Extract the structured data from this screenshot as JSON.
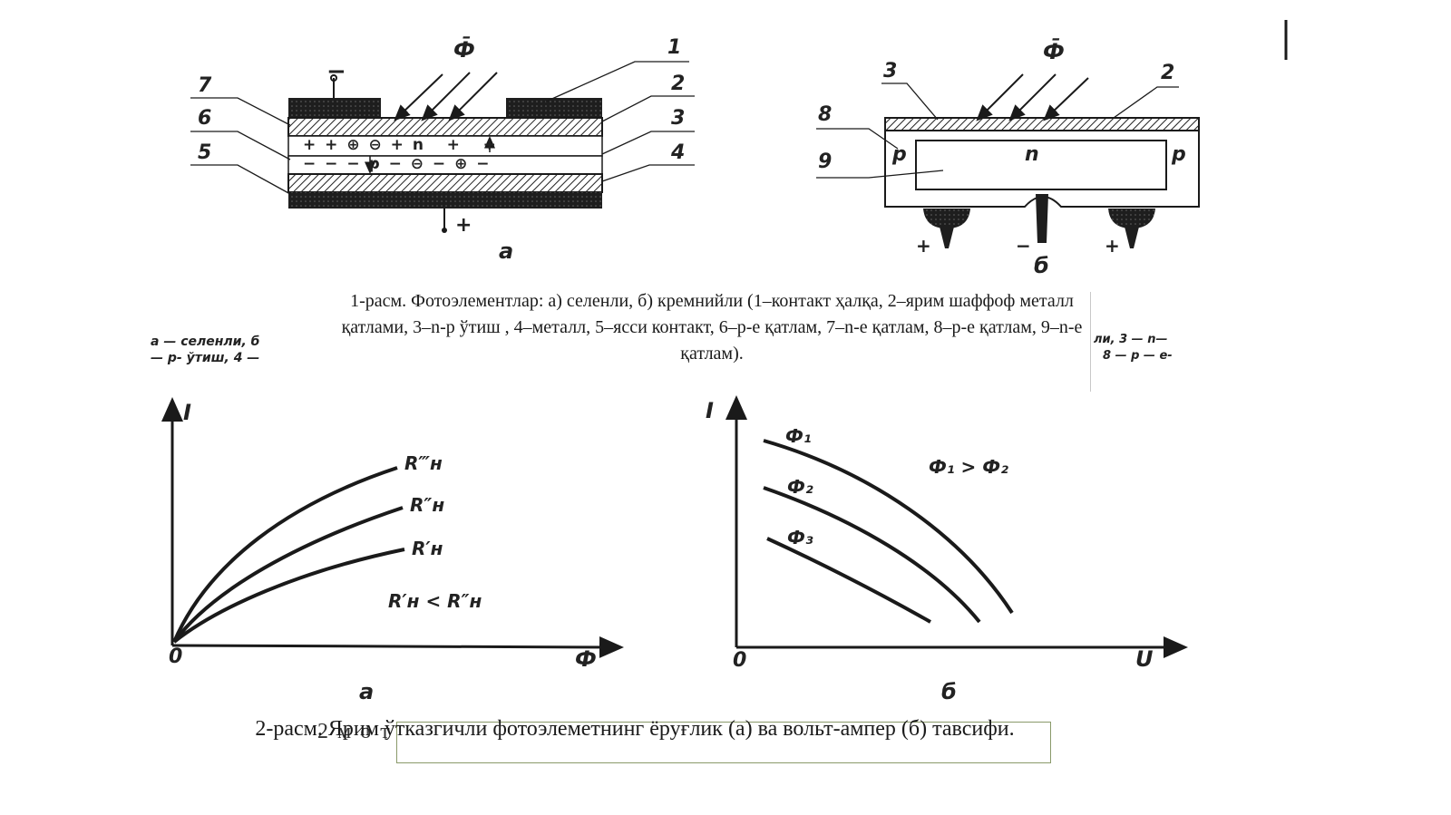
{
  "figure1": {
    "a": {
      "callouts": [
        "1",
        "2",
        "3",
        "4",
        "5",
        "6",
        "7"
      ],
      "flux": "Ф̄",
      "top_terminal": "−",
      "bottom_terminal": "+",
      "n_row": "+ + ⊕ ⊖ + n   +   +",
      "p_row": "− − − p − ⊖ − ⊕ −",
      "sublabel": "а"
    },
    "b": {
      "callouts": [
        "3",
        "2",
        "8",
        "9"
      ],
      "flux": "Ф̄",
      "n_label": "n",
      "p_left": "p",
      "p_right": "p",
      "terminals": [
        "+",
        "−",
        "+"
      ],
      "sublabel": "б"
    }
  },
  "caption1": "1-расм. Фотоэлементлар: а) селенли, б) кремнийли (1–контакт ҳалқа, 2–ярим шаффоф металл қатлами, 3–n-p ўтиш , 4–металл, 5–ясси контакт, 6–p-e қатлам, 7–n-e қатлам, 8–p-e қатлам, 9–n-e қатлам).",
  "side_left": [
    "а — селенли, б",
    "— р- ўтиш, 4 —"
  ],
  "side_right": [
    "ли, 3 — n—",
    "8 — р — е-"
  ],
  "graph_a": {
    "y_label": "I",
    "x_label": "Ф",
    "origin": "0",
    "curves": [
      "R‴н",
      "R″н",
      "R′н"
    ],
    "relation": "R′н < R″н",
    "sublabel": "а"
  },
  "graph_b": {
    "y_label": "I",
    "x_label": "U",
    "origin": "0",
    "curves": [
      "Ф₁",
      "Ф₂",
      "Ф₃"
    ],
    "relation": "Ф₁ > Ф₂",
    "sublabel": "б"
  },
  "overlay_text": "2 м о т",
  "caption2": "2-расм. Ярим ўтказгичли фотоэлеметнинг ёруғлик (а) ва вольт-ампер (б) тавсифи."
}
